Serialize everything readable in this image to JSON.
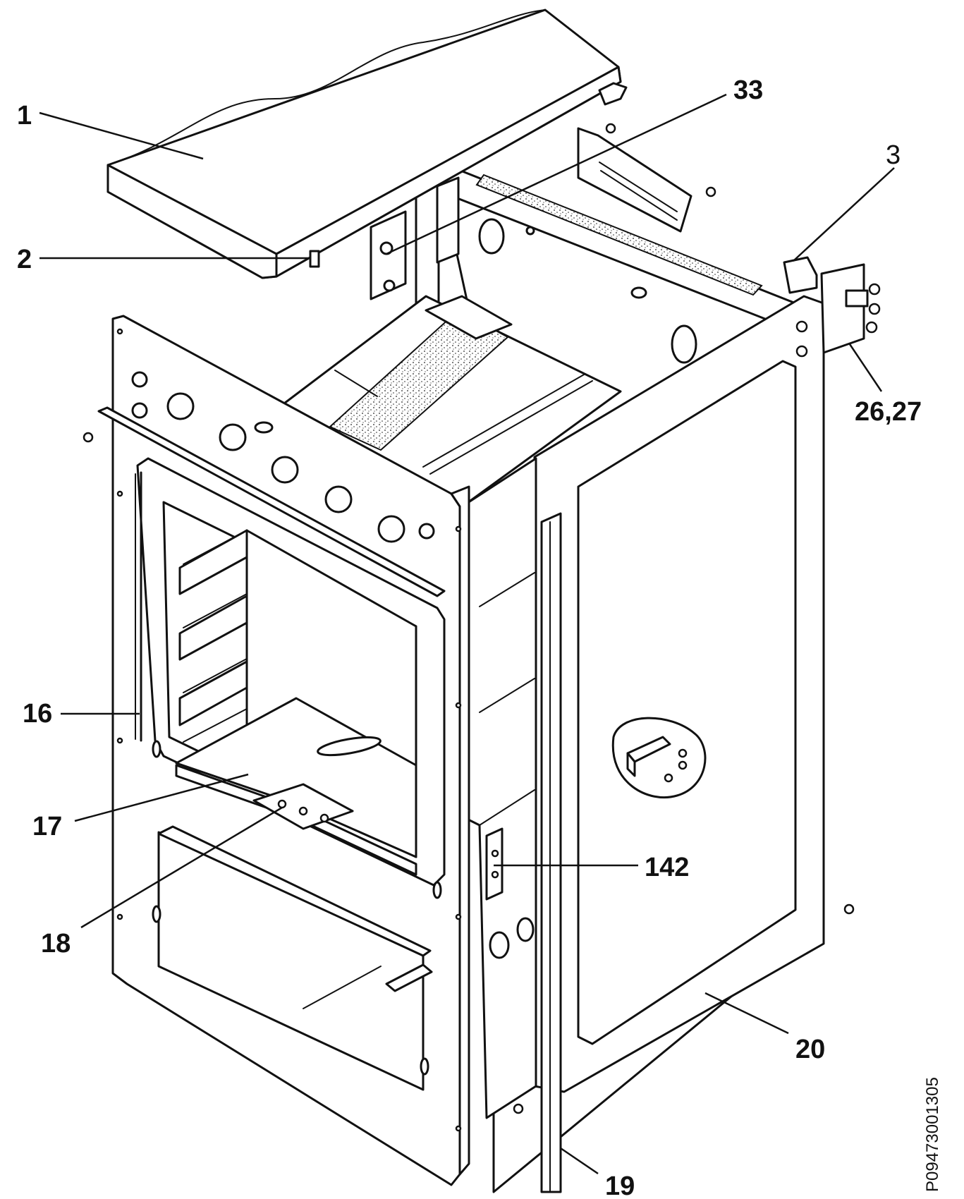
{
  "diagram": {
    "callouts": {
      "c1": "1",
      "c2": "2",
      "c3": "3",
      "c33": "33",
      "c2627": "26,27",
      "c16": "16",
      "c17": "17",
      "c18": "18",
      "c142": "142",
      "c20": "20",
      "c19": "19"
    },
    "document_id": "P09473001305"
  }
}
